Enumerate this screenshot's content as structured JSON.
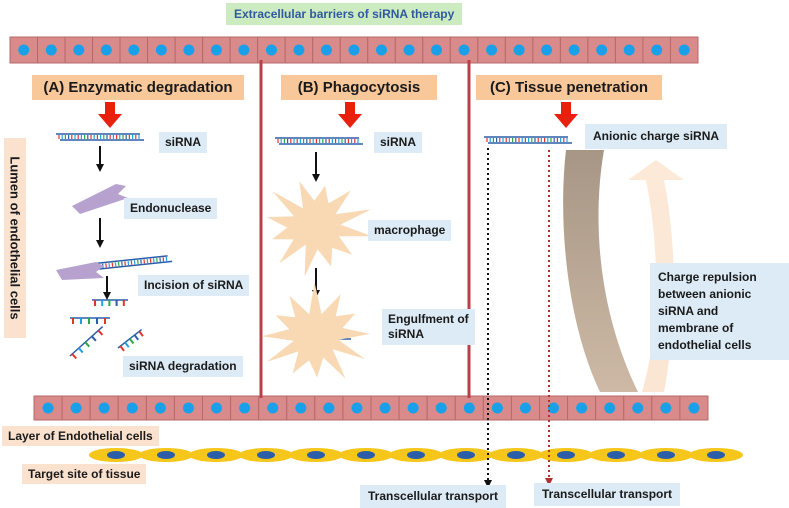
{
  "title": "Extracellular barriers of siRNA therapy",
  "side_label": "Lumen of endothelial cells",
  "panels": {
    "a": {
      "heading": "(A) Enzymatic degradation",
      "sirna": "siRNA",
      "endonuclease": "Endonuclease",
      "incision": "Incision of siRNA",
      "degradation": "siRNA degradation"
    },
    "b": {
      "heading": "(B) Phagocytosis",
      "sirna": "siRNA",
      "macrophage": "macrophage",
      "engulfment_line1": "Engulfment of",
      "engulfment_line2": "siRNA"
    },
    "c": {
      "heading": "(C) Tissue penetration",
      "anionic": "Anionic charge siRNA",
      "repulsion_lines": [
        "Charge repulsion",
        "between anionic",
        "siRNA and",
        "membrane of",
        "endothelial cells"
      ],
      "transport_left": "Transcellular transport",
      "transport_right": "Transcellular transport"
    }
  },
  "bottom": {
    "endothelial_layer": "Layer of Endothelial cells",
    "target_site": "Target site of tissue"
  },
  "colors": {
    "cell_fill": "#d98b8b",
    "cell_border": "#b56a6a",
    "nucleus": "#1aa0e8",
    "red_arrow": "#e8210e",
    "macrophage": "#f9d8b4",
    "endonuclease": "#b7a2cf",
    "target_cell": "#f6c61a",
    "target_nucleus": "#2b5ea8",
    "divider": "#b7404a"
  },
  "icons": [
    "sirna-duplex-icon",
    "red-down-arrow-icon",
    "endonuclease-icon",
    "macrophage-icon",
    "curved-repulsion-arrow-icon"
  ]
}
